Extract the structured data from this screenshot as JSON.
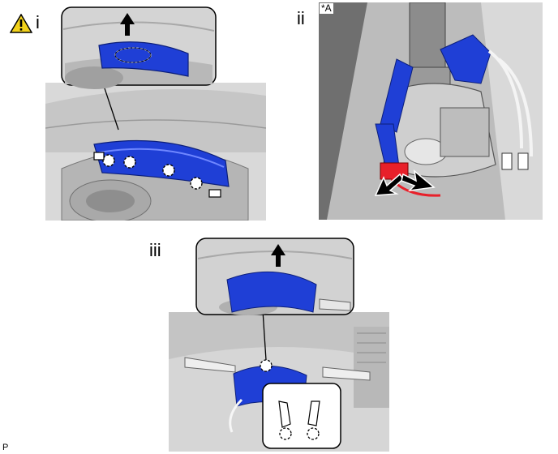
{
  "panels": {
    "i": {
      "label": "i",
      "caution_icon": "warning-triangle-icon"
    },
    "ii": {
      "label": "ii",
      "callout": "*A"
    },
    "iii": {
      "label": "iii"
    }
  },
  "figure_code": "P",
  "colors": {
    "part_blue": "#1f3fd6",
    "part_red": "#e8202a",
    "metal_gray": "#bdbdbd",
    "dark_gray": "#5a5a5a",
    "caution_yellow": "#f2d21b"
  }
}
